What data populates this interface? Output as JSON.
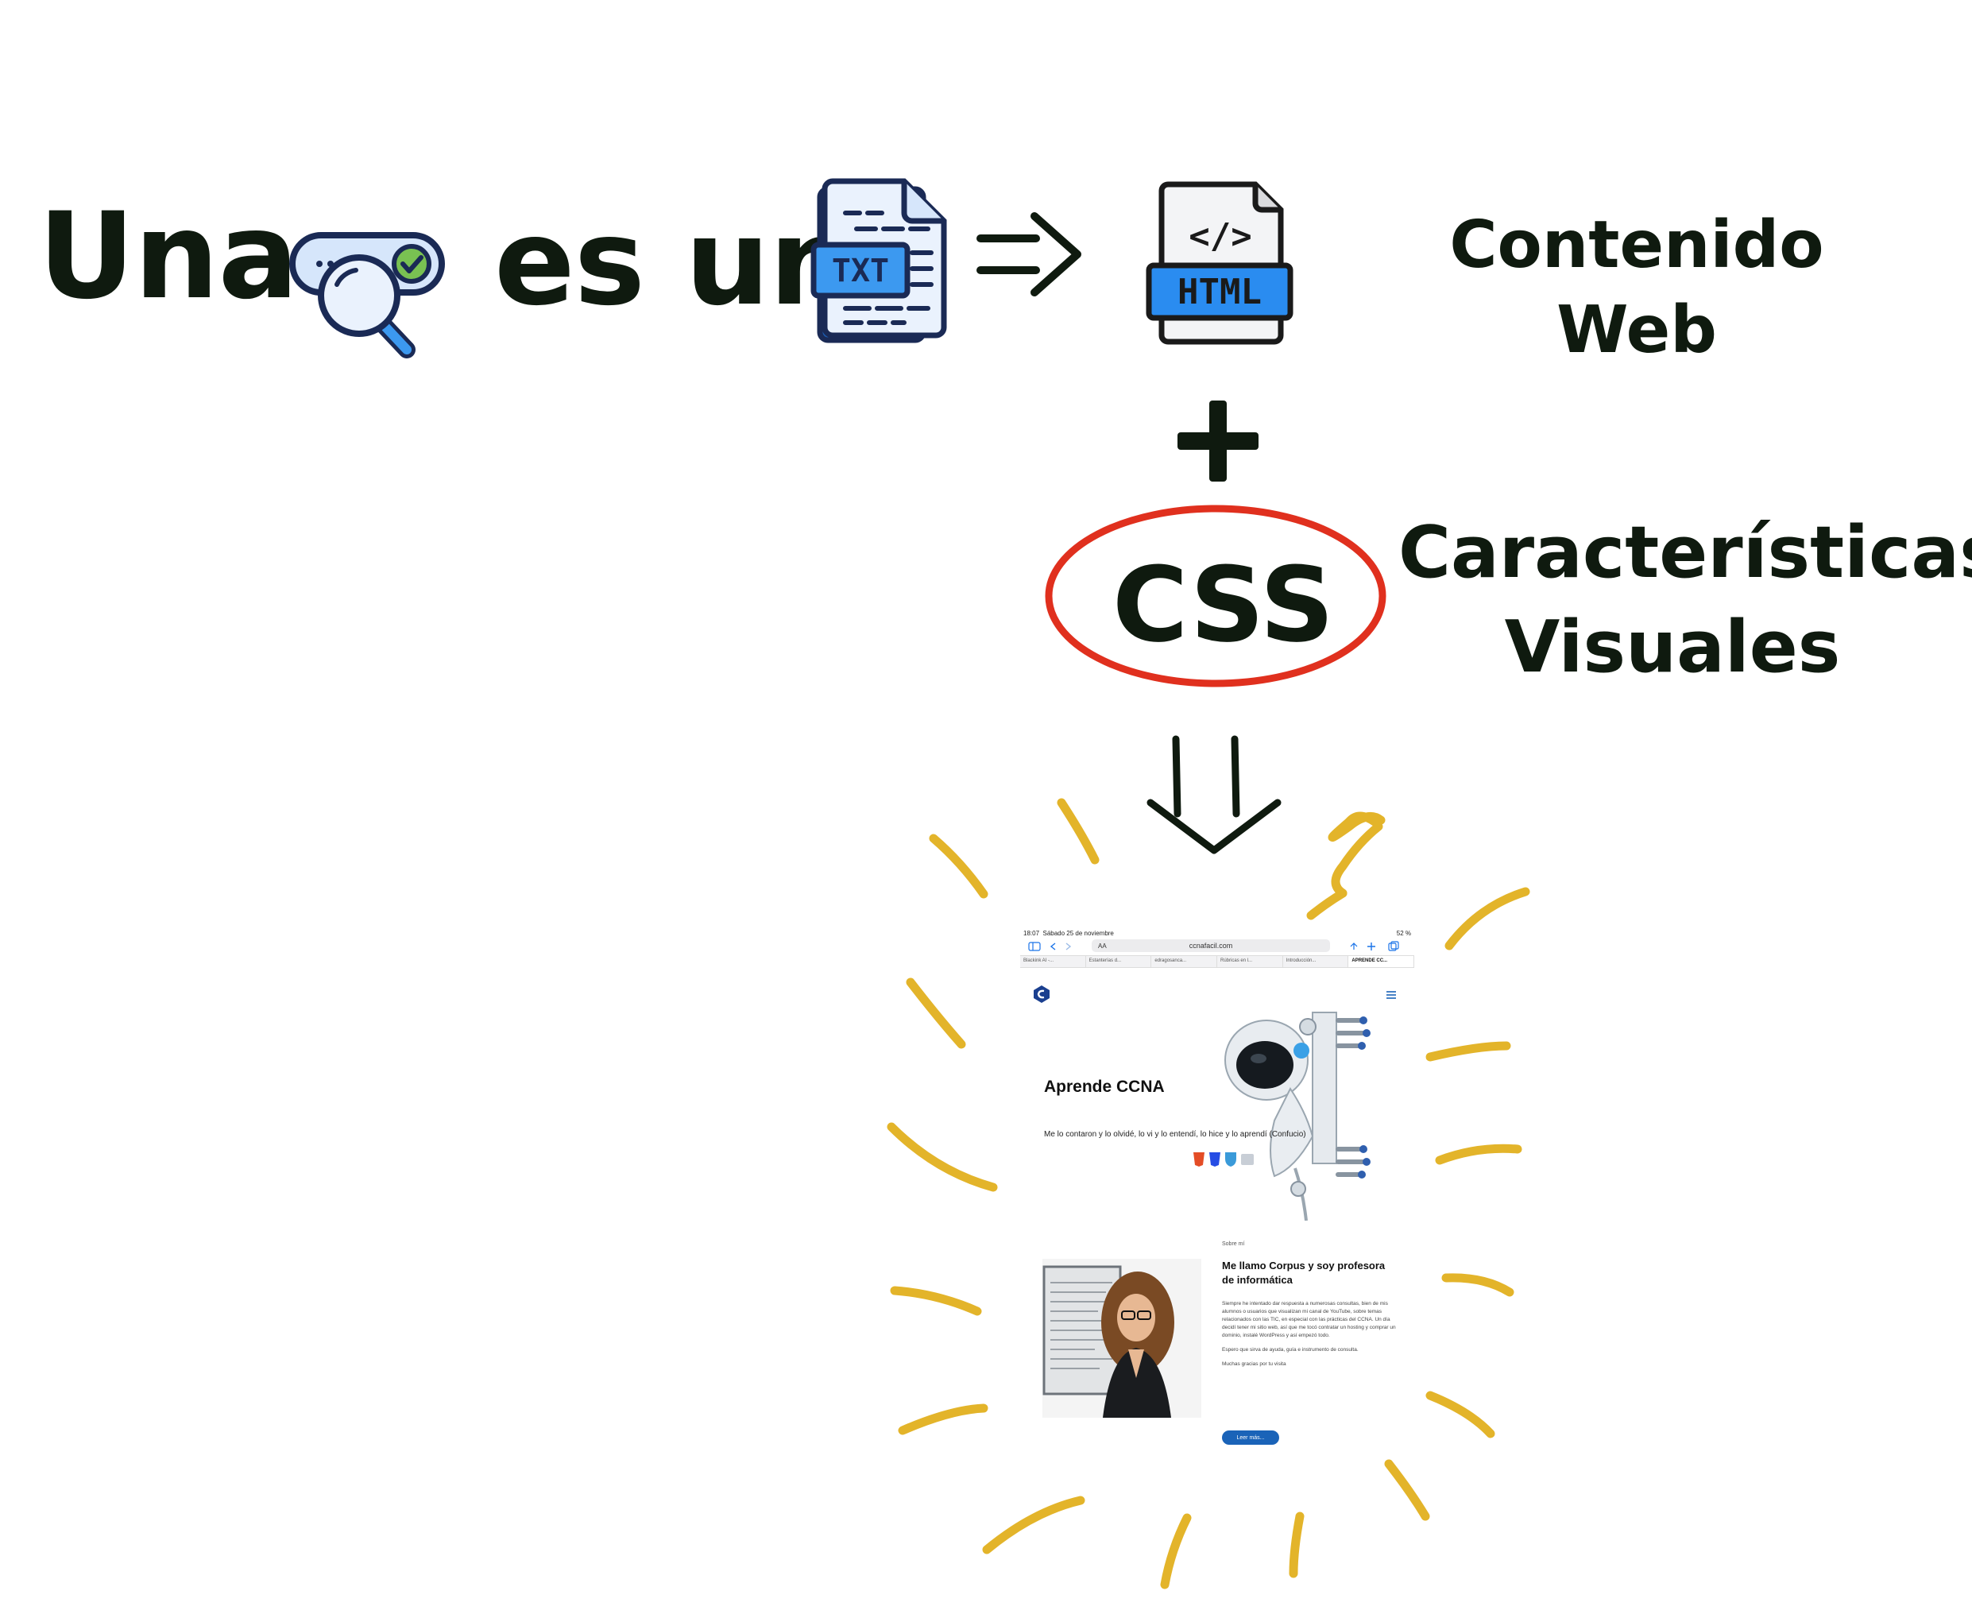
{
  "title_row": {
    "word_una": "Una",
    "word_es_un": "es un",
    "txt_label": "TXT",
    "html_label": "HTML",
    "html_tag_glyph": "</>"
  },
  "labels": {
    "contenido": "Contenido",
    "web": "Web",
    "plus": "+",
    "css": "CSS",
    "caracteristicas": "Características",
    "visuales": "Visuales"
  },
  "icons": [
    "search-bar-icon",
    "magnifier-icon",
    "check-icon",
    "txt-file-icon",
    "implies-arrow-icon",
    "html-file-icon",
    "down-double-arrow-icon"
  ],
  "colors": {
    "text": "#0f1a0f",
    "ellipse": "#e0301e",
    "rays": "#e3b42a",
    "icon_blue": "#3c99f0",
    "icon_light": "#d6e6fb",
    "check": "#79c152"
  },
  "screenshot": {
    "status_time": "18:07",
    "status_date": "Sábado 25 de noviembre",
    "status_battery": "52 %",
    "url_aa": "AA",
    "url": "ccnafacil.com",
    "tabs": [
      "Blackink AI -...",
      "Estanterías d...",
      "edragosanca...",
      "Rúbricas en l...",
      "Introducción...",
      "APRENDE CC..."
    ],
    "hero_title": "Aprende CCNA",
    "hero_subtitle": "Me lo contaron y lo olvidé, lo vi y lo entendí, lo hice y lo aprendí (Confucio)",
    "about_label": "Sobre mí",
    "about_title": "Me llamo Corpus y soy profesora de informática",
    "about_p1": "Siempre he intentado dar respuesta a numerosas consultas, bien de mis alumnos o usuarios que visualizan mi canal de YouTube, sobre temas relacionados con las TIC, en especial con las prácticas del CCNA. Un día decidí tener mi sitio web, así que me tocó contratar un hosting y comprar un dominio, instalé WordPress y así empezó todo.",
    "about_p2": "Espero que sirva de ayuda, guía e instrumento de consulta.",
    "about_p3": "Muchas gracias por tu visita",
    "read_more": "Leer más..."
  }
}
